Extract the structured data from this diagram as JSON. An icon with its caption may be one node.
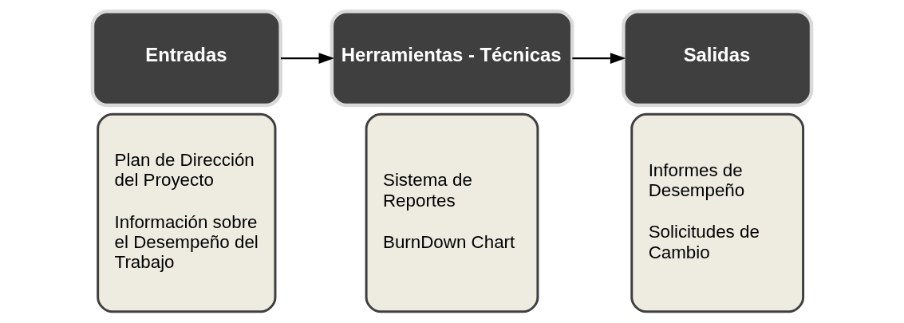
{
  "diagram": {
    "nodes": [
      {
        "text": [
          "Entradas"
        ]
      },
      {
        "text": [
          "Plan de Dirección del Proyecto",
          "Información sobre el Desempeño del Trabajo"
        ]
      },
      {
        "text": [
          "Herramientas - Técnicas"
        ]
      },
      {
        "text": [
          "Sistema de Reportes",
          "BurnDown Chart"
        ]
      },
      {
        "text": [
          "Salidas"
        ]
      },
      {
        "text": [
          "Informes de Desempeño",
          "Solicitudes de Cambio"
        ]
      }
    ],
    "edges": [
      {
        "from": 0,
        "to": 2,
        "arrow": "to"
      },
      {
        "from": 2,
        "to": 4,
        "arrow": "to"
      }
    ]
  }
}
